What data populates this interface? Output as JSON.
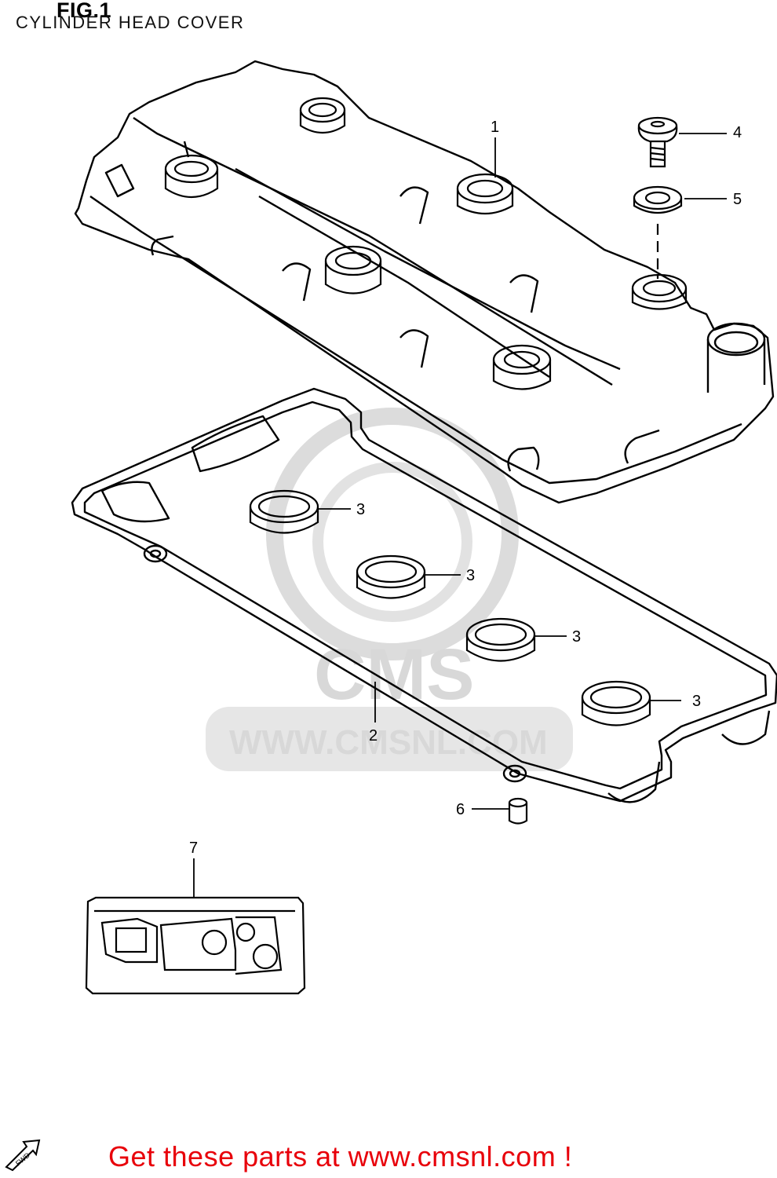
{
  "figure": {
    "number": "FIG.1",
    "title": "CYLINDER HEAD COVER"
  },
  "callouts": [
    "1",
    "2",
    "3",
    "3",
    "3",
    "3",
    "4",
    "5",
    "6",
    "7"
  ],
  "watermark": {
    "text": "WWW.CMSNL.COM",
    "logo_text": "CMS"
  },
  "footer": {
    "banner_text": "Get these parts at www.cmsnl.com !",
    "banner_color": "#e8000a"
  },
  "icons": {
    "direction": "fwd-arrow-icon",
    "direction_label": "FWD"
  }
}
